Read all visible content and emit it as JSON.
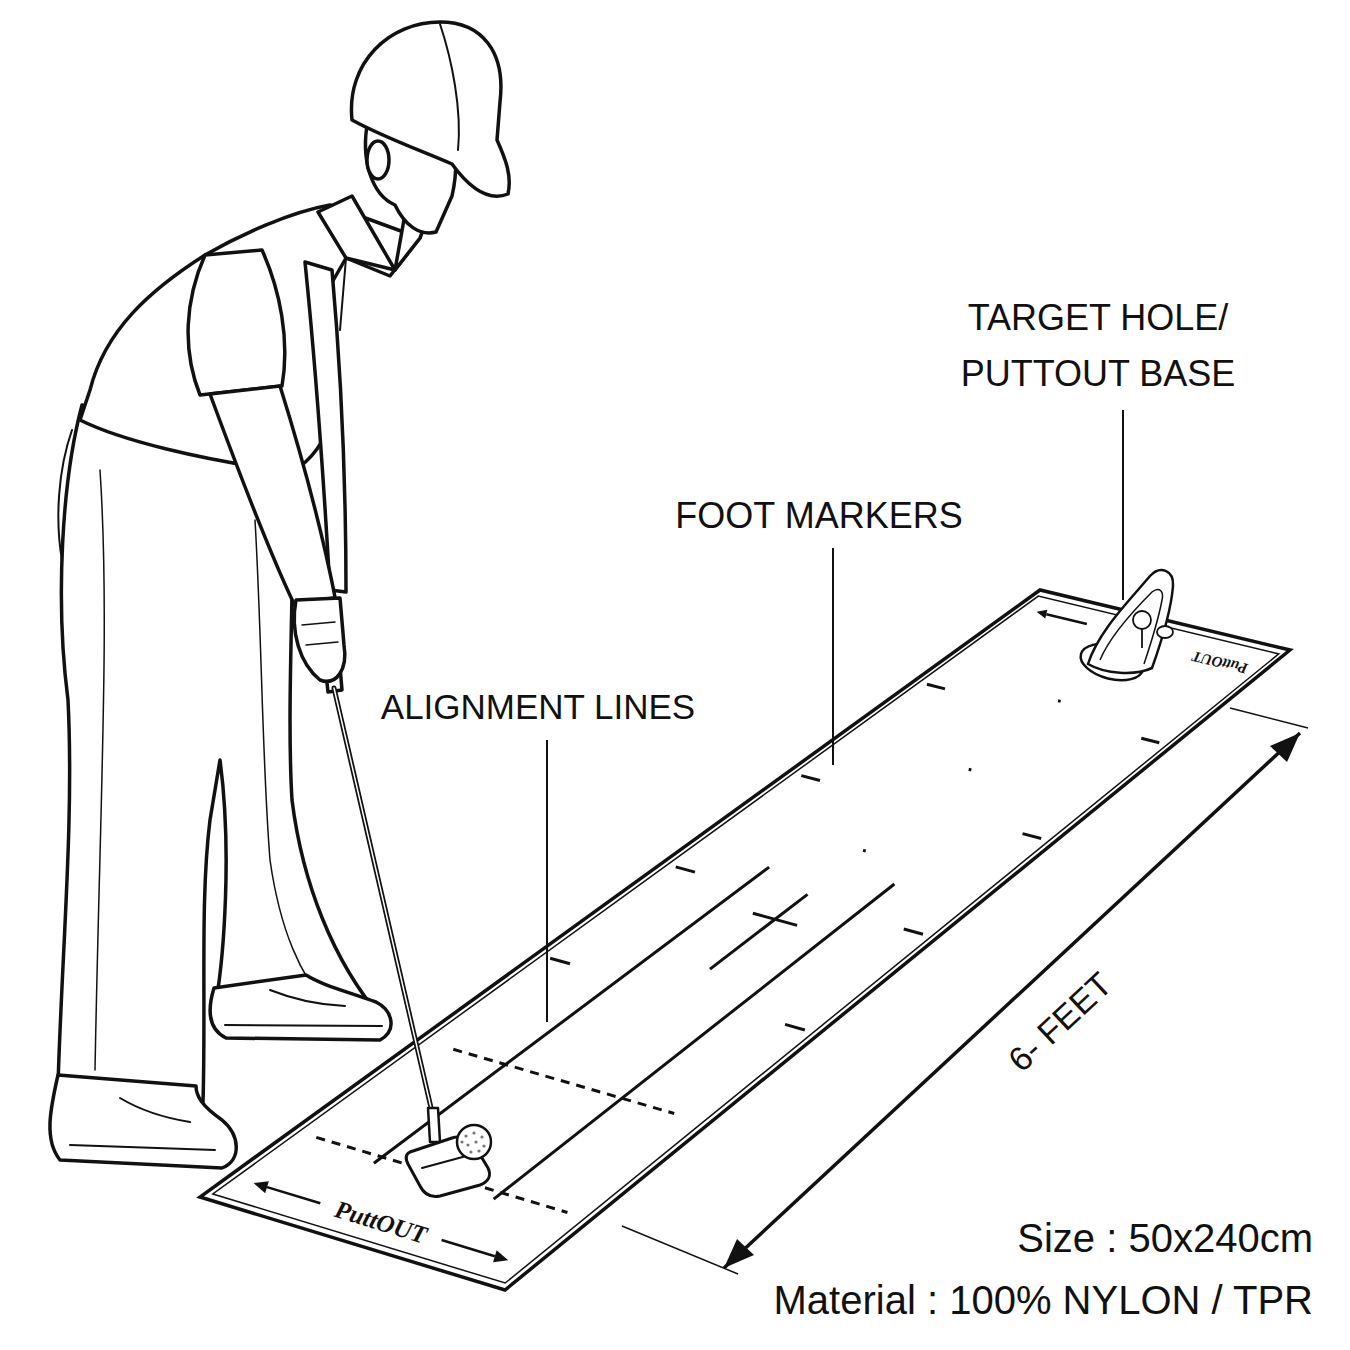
{
  "diagram": {
    "labels": [
      "TARGET HOLE/ PUTTOUT BASE",
      "FOOT MARKERS",
      "ALIGNMENT LINES",
      "PuttOUT",
      "PuttOUT",
      "6- FEET",
      "Size : 50x240cm",
      "Material : 100% NYLON / TPR"
    ]
  }
}
